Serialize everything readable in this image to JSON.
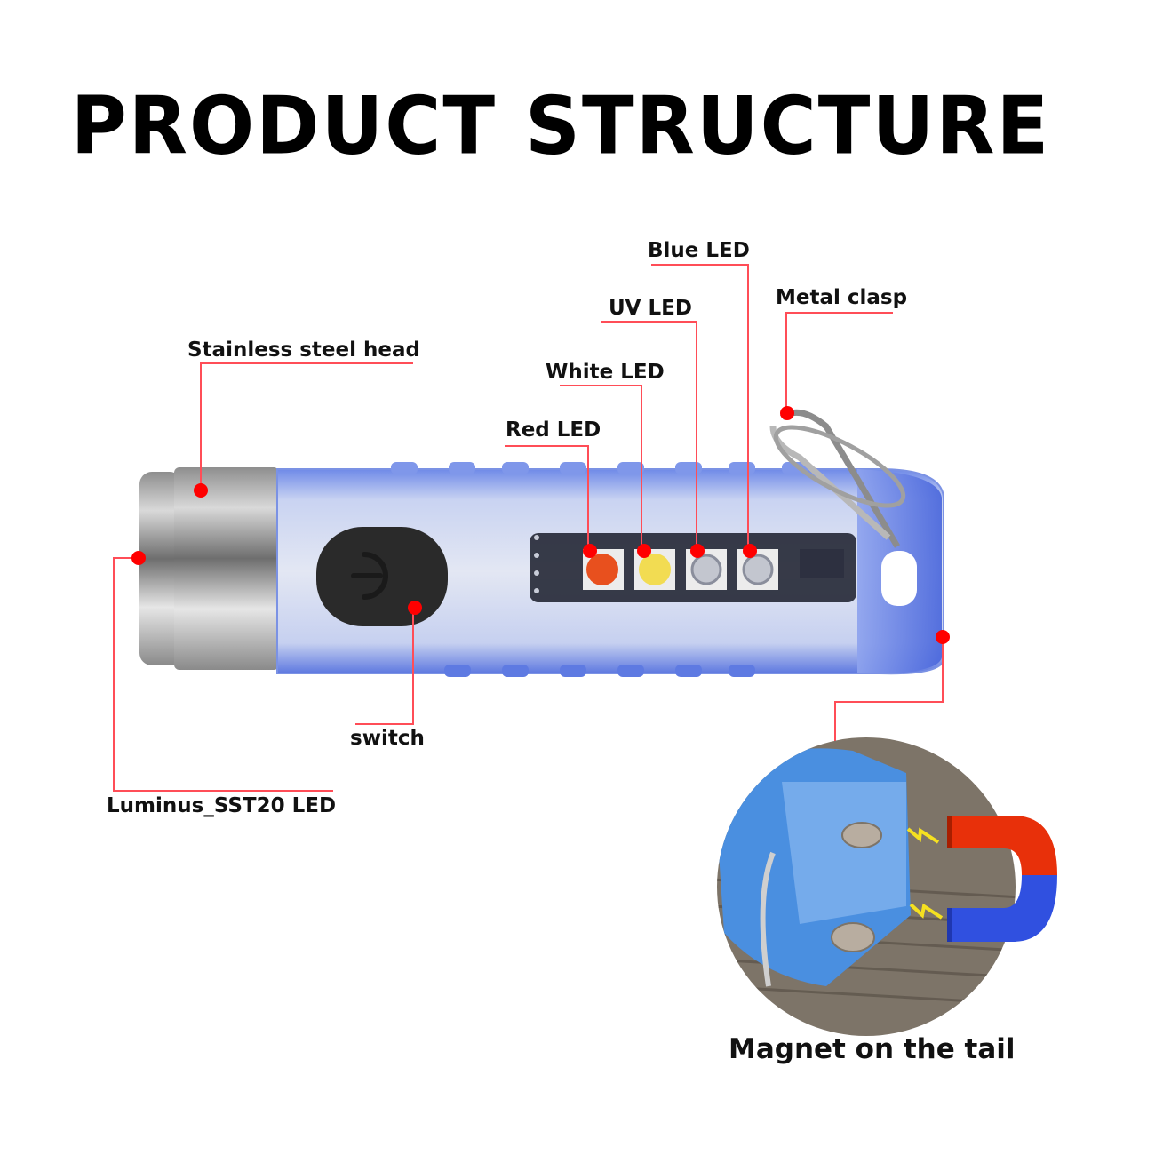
{
  "title": "PRODUCT STRUCTURE",
  "labels": {
    "stainless_head": "Stainless steel head",
    "red_led": "Red LED",
    "white_led": "White LED",
    "uv_led": "UV LED",
    "blue_led": "Blue LED",
    "metal_clasp": "Metal clasp",
    "switch": "switch",
    "main_led": "Luminus_SST20 LED"
  },
  "caption": "Magnet on the tail",
  "colors": {
    "callout": "#ff4d57",
    "callout_dot": "#ff0000",
    "body_blue": "#5a78e0",
    "steel": "#a9a9a9",
    "red_led": "#e8501e",
    "white_led": "#f2dc52",
    "magnet_red": "#e8300a",
    "magnet_blue": "#3050e0"
  }
}
